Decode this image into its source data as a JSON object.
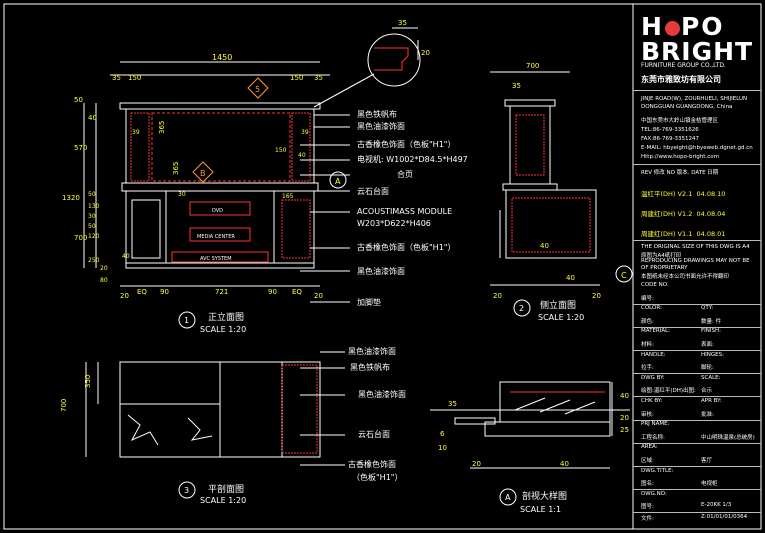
{
  "company": {
    "logo_line1_a": "H",
    "logo_line1_b": "PO",
    "logo_line2": "BRIGHT",
    "name_en": "FURNITURE GROUP CO.,LTD.",
    "name_cn": "东莞市雅致坊有限公司",
    "addr_en1": "JINJE ROAD(W), ZOURHUELI, SHIJIELUN",
    "addr_en2": "DONGGUAN GUANGDONG, China",
    "addr_cn": "中国东莞市大岭山镇金桔管理区",
    "tel": "TEL:86-769-3351626",
    "fax": "FAX:86-769-3351247",
    "email": "E-MAIL: hbyeight@hbyeweb.dgnet.gd.cn",
    "web": "Http://www.hopo-bright.com"
  },
  "revisions": {
    "header": "REV 修改  NO 版本.  DATE 日期",
    "rows": [
      {
        "name": "温红平(DH)",
        "ver": "V2.1",
        "date": "04.08.10"
      },
      {
        "name": "周建红(DH)",
        "ver": "V1.2",
        "date": "04.08.04"
      },
      {
        "name": "周建红(DH)",
        "ver": "V1.1",
        "date": "04.08.01"
      }
    ]
  },
  "notes": [
    "THE ORIGINAL SIZE OF THIS DWG IS A4",
    "原图为A4纸打印",
    "REPRODUCING DRAWINGS MAY NOT BE",
    "OF PROPRIETARY",
    "本图纸未经本公司书面允许不得翻印"
  ],
  "fields": [
    {
      "label": "CODE NO.",
      "value": ""
    },
    {
      "label": "编号:",
      "value": ""
    },
    {
      "label": "COLOR:",
      "value": "QTY:"
    },
    {
      "label": "颜色:",
      "value": "数量:   件"
    },
    {
      "label": "MATERIAL:",
      "value": "FINISH:"
    },
    {
      "label": "材料:",
      "value": "表面:"
    },
    {
      "label": "HANDLE:",
      "value": "HINGES:"
    },
    {
      "label": "拉手:",
      "value": "脚轮:"
    },
    {
      "label": "DWG BY:",
      "value": "SCALE:"
    },
    {
      "label": "绘图:温红平(DH)出图:",
      "value": "合示"
    },
    {
      "label": "CHK BY:",
      "value": "APR BY:"
    },
    {
      "label": "审核:",
      "value": "批准:"
    },
    {
      "label": "PRJ NAME:",
      "value": ""
    },
    {
      "label": "工程名称:",
      "value": "中山明珠温泉(总统房)"
    },
    {
      "label": "AREA:",
      "value": ""
    },
    {
      "label": "区域:",
      "value": "客厅"
    },
    {
      "label": "DWG.TITLE:",
      "value": ""
    },
    {
      "label": "图名:",
      "value": "电视柜"
    },
    {
      "label": "DWG.NO:",
      "value": ""
    },
    {
      "label": "图号:",
      "value": "E-20KK    1/3"
    },
    {
      "label": "文件:",
      "value": "Z:01/01/01/0364"
    }
  ],
  "views": {
    "front": {
      "num": "1",
      "title": "正立面图",
      "scale": "SCALE 1:20"
    },
    "side": {
      "num": "2",
      "title": "侧立面图",
      "scale": "SCALE 1:20"
    },
    "plan": {
      "num": "3",
      "title": "平剖面图",
      "scale": "SCALE 1:20"
    },
    "detail": {
      "num": "A",
      "title": "剖视大样图",
      "scale": "SCALE 1:1"
    }
  },
  "front_dims": {
    "total_width": "1450",
    "top_35a": "35",
    "top_150a": "150",
    "top_150b": "150",
    "top_35b": "35",
    "h_50": "50",
    "h_40": "40",
    "h_570": "570",
    "h_1320": "1320",
    "h_700": "700",
    "h_50b": "50",
    "h_130": "130",
    "h_30": "30",
    "h_50c": "50",
    "h_120": "120",
    "h_250": "250",
    "h_20": "20",
    "h_80": "80",
    "b_20a": "20",
    "b_eq1": "EQ",
    "b_90a": "90",
    "b_721": "721",
    "b_90b": "90",
    "b_eq2": "EQ",
    "b_20b": "20",
    "in_365a": "365",
    "in_365b": "365",
    "in_39a": "39",
    "in_39b": "39",
    "in_150": "150",
    "in_40": "40",
    "in_165": "165",
    "in_30": "30",
    "in_40b": "40",
    "mark_5": "5",
    "mark_b": "B",
    "mark_a": "A",
    "mark_c": "C",
    "box_dvd": "DVD",
    "box_media": "MEDIA CENTER",
    "box_avc": "AVC SYSTEM"
  },
  "labels": {
    "l1": "黑色铁帆布",
    "l2": "黑色油漆饰面",
    "l3": "古香橡色饰面（色板\"H1\"）",
    "l4": "电视机: W1002*D84.5*H497",
    "l5": "合页",
    "l6": "云石台面",
    "l7": "ACOUSTIMASS MODULE",
    "l8": "W203*D622*H406",
    "l9": "古香橡色饰面（色板\"H1\"）",
    "l10": "黑色油漆饰面",
    "l11": "加脚垫",
    "p1": "黑色油漆饰面",
    "p2": "黑色铁帆布",
    "p3": "黑色油漆饰面",
    "p4": "云石台面",
    "p5": "古香橡色饰面",
    "p6": "（色板\"H1\"）"
  },
  "side_dims": {
    "w_700": "700",
    "w_35": "35",
    "w_40": "40",
    "w_20": "20",
    "w_20b": "20",
    "w_40b": "40"
  },
  "plan_dims": {
    "d_700": "700",
    "d_350": "350"
  },
  "detail_dims": {
    "d_35": "35",
    "d_40": "40",
    "d_20": "20",
    "d_25": "25",
    "d_6": "6",
    "d_10": "10",
    "d_40b": "40",
    "d_20b": "20"
  },
  "zoom_dims": {
    "z_35": "35",
    "z_20": "20"
  },
  "colors": {
    "dim": "#ffff33",
    "label": "#ffffff",
    "hatch": "#ff3333",
    "line": "#ffffff",
    "cyan": "#33ffff"
  }
}
